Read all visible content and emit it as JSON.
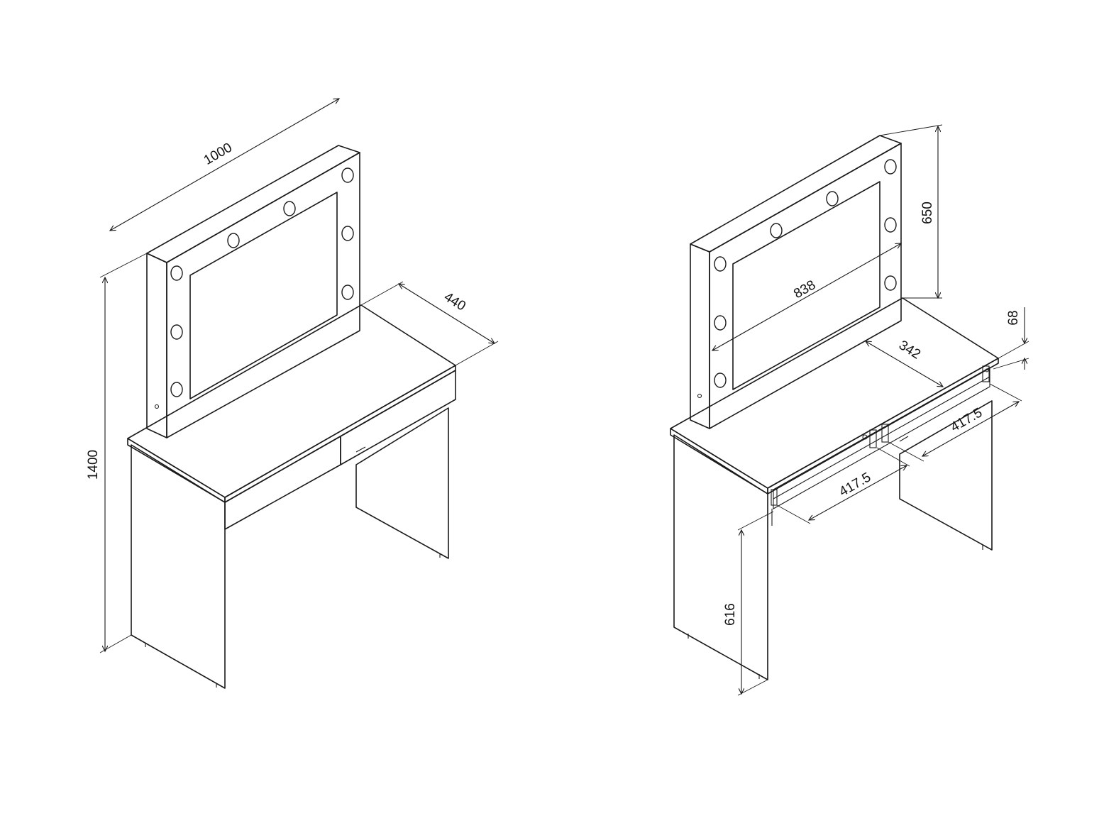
{
  "dimensions": {
    "left_view": {
      "width": "1000",
      "depth": "440",
      "total_height": "1400"
    },
    "right_view": {
      "mirror_height": "650",
      "mirror_width": "838",
      "drawer_height": "68",
      "drawer_depth": "342",
      "drawer_width_right": "417.5",
      "drawer_width_left": "417.5",
      "knee_height": "616"
    }
  }
}
